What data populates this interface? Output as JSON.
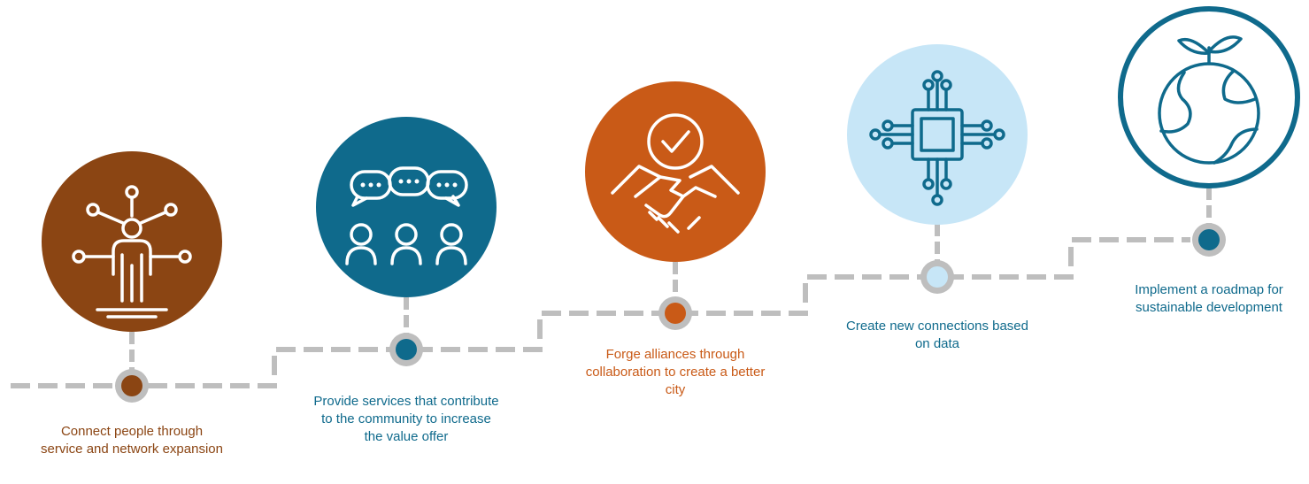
{
  "steps": [
    {
      "label": "Connect people through service and network expansion",
      "icon": "person-network-icon",
      "circle_color": "#8B4513",
      "dot_color": "#8B4513"
    },
    {
      "label": "Provide services that contribute to the community to increase the value offer",
      "icon": "community-chat-icon",
      "circle_color": "#0F6A8C",
      "dot_color": "#0F6A8C"
    },
    {
      "label": "Forge alliances through collaboration to create a better city",
      "icon": "handshake-check-icon",
      "circle_color": "#C95A17",
      "dot_color": "#C95A17"
    },
    {
      "label": "Create new connections based on data",
      "icon": "microchip-icon",
      "circle_color": "#C7E6F7",
      "dot_color": "#C7E6F7"
    },
    {
      "label": "Implement a roadmap for sustainable development",
      "icon": "globe-sprout-icon",
      "circle_color": "#FFFFFF",
      "dot_color": "#0F6A8C"
    }
  ],
  "colors": {
    "path": "#BEBEBE",
    "teal": "#0F6A8C",
    "brown": "#8B4513",
    "orange": "#C95A17",
    "light_blue": "#C7E6F7"
  }
}
